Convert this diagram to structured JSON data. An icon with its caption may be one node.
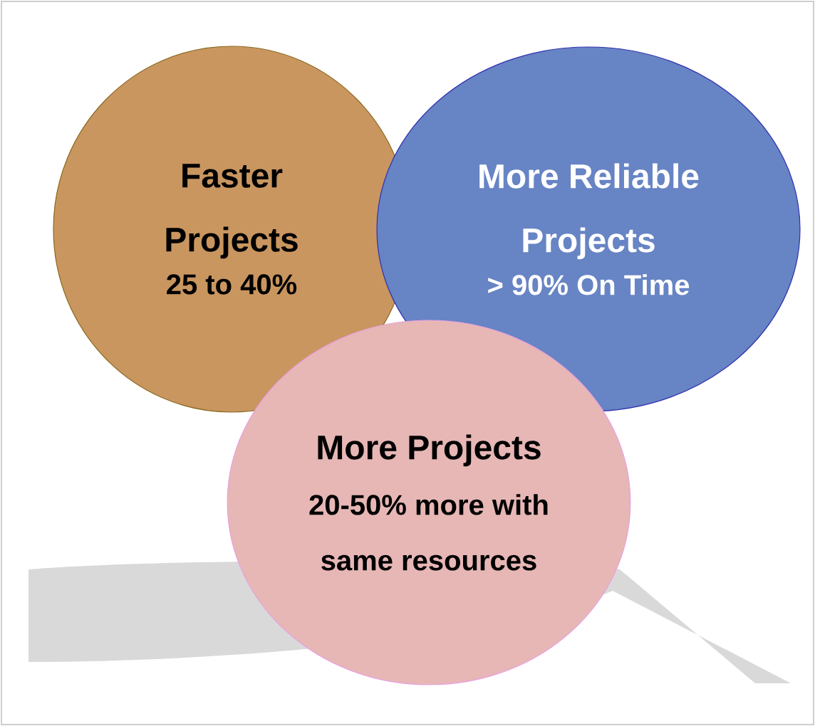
{
  "diagram": {
    "nodes": [
      {
        "text": [
          "Faster Projects",
          "25 to 40%"
        ]
      },
      {
        "text": [
          "More Reliable Projects",
          "> 90% On Time"
        ]
      },
      {
        "text": [
          "More Projects",
          "20-50% more with same resources"
        ]
      }
    ]
  }
}
